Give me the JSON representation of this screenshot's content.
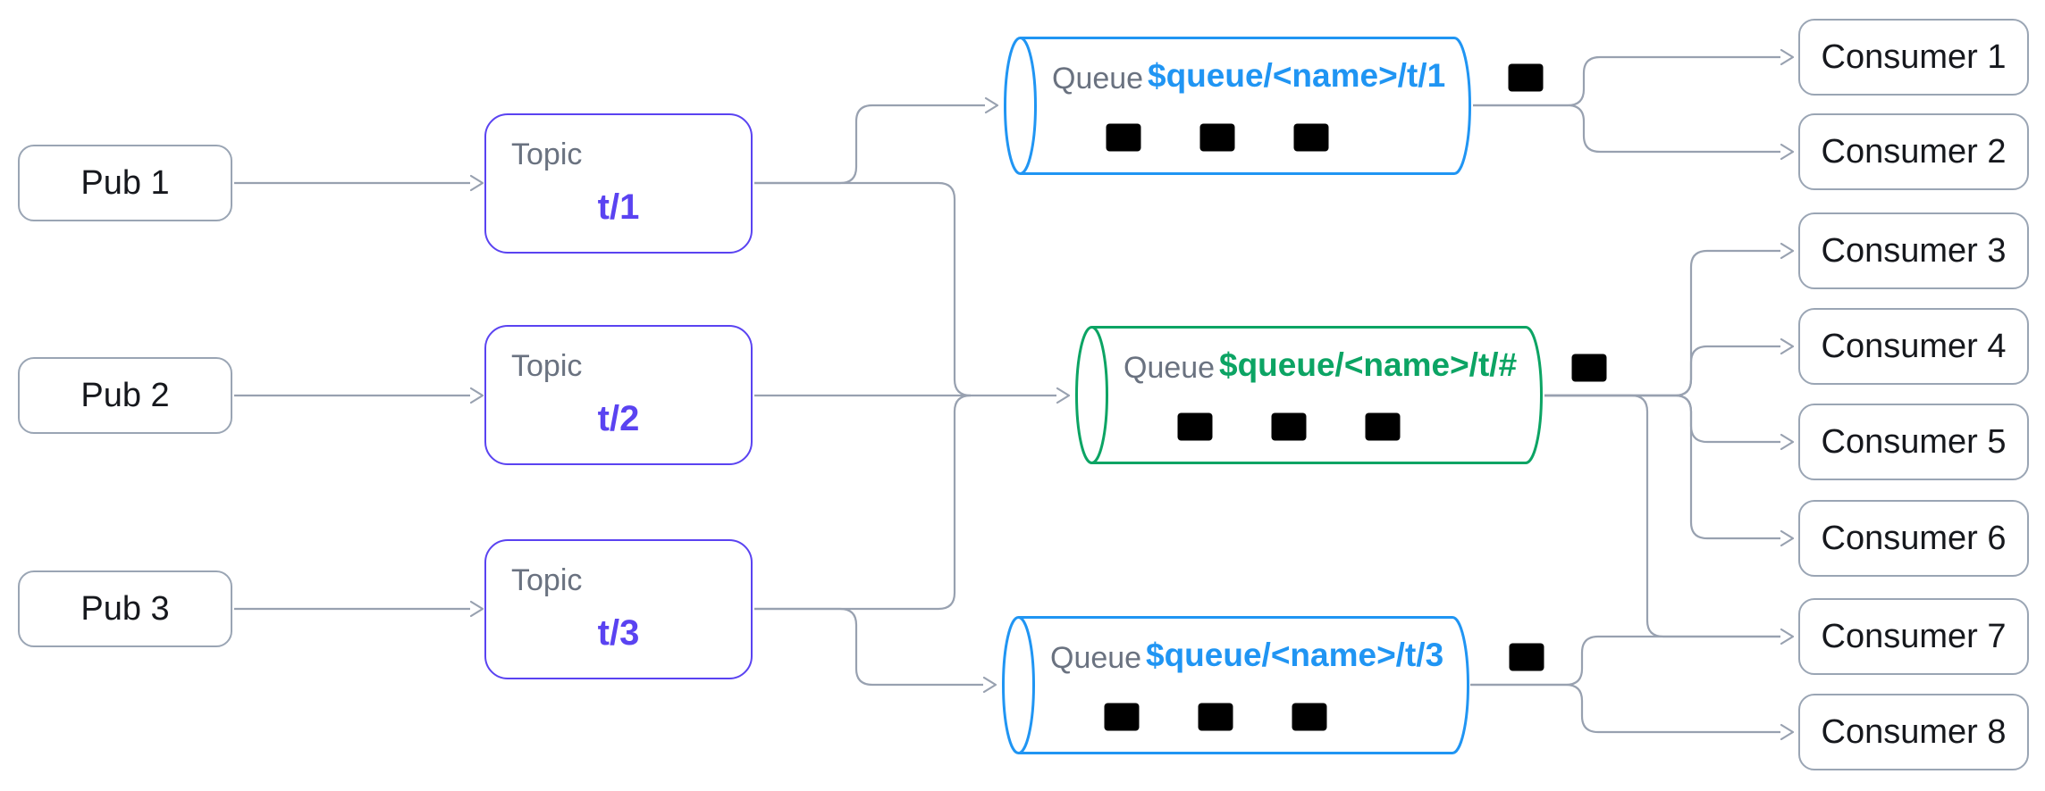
{
  "diagram": {
    "publishers": [
      {
        "id": "pub1",
        "label": "Pub 1"
      },
      {
        "id": "pub2",
        "label": "Pub 2"
      },
      {
        "id": "pub3",
        "label": "Pub 3"
      }
    ],
    "topics": [
      {
        "id": "topic1",
        "type_label": "Topic",
        "name": "t/1"
      },
      {
        "id": "topic2",
        "type_label": "Topic",
        "name": "t/2"
      },
      {
        "id": "topic3",
        "type_label": "Topic",
        "name": "t/3"
      }
    ],
    "queues": [
      {
        "id": "queue1",
        "type_label": "Queue",
        "name": "$queue/<name>/t/1",
        "accent": "blue",
        "messages_shown": 3
      },
      {
        "id": "queue2",
        "type_label": "Queue",
        "name": "$queue/<name>/t/#",
        "accent": "green",
        "messages_shown": 3
      },
      {
        "id": "queue3",
        "type_label": "Queue",
        "name": "$queue/<name>/t/3",
        "accent": "blue",
        "messages_shown": 3
      }
    ],
    "consumers": [
      {
        "id": "consumer1",
        "label": "Consumer 1"
      },
      {
        "id": "consumer2",
        "label": "Consumer 2"
      },
      {
        "id": "consumer3",
        "label": "Consumer 3"
      },
      {
        "id": "consumer4",
        "label": "Consumer 4"
      },
      {
        "id": "consumer5",
        "label": "Consumer 5"
      },
      {
        "id": "consumer6",
        "label": "Consumer 6"
      },
      {
        "id": "consumer7",
        "label": "Consumer 7"
      },
      {
        "id": "consumer8",
        "label": "Consumer 8"
      }
    ],
    "connections": [
      {
        "from": "pub1",
        "to": "topic1"
      },
      {
        "from": "pub2",
        "to": "topic2"
      },
      {
        "from": "pub3",
        "to": "topic3"
      },
      {
        "from": "topic1",
        "to": "queue1"
      },
      {
        "from": "topic1",
        "to": "queue2"
      },
      {
        "from": "topic2",
        "to": "queue2"
      },
      {
        "from": "topic3",
        "to": "queue2"
      },
      {
        "from": "topic3",
        "to": "queue3"
      },
      {
        "from": "queue1",
        "to": "consumer1"
      },
      {
        "from": "queue1",
        "to": "consumer2"
      },
      {
        "from": "queue2",
        "to": "consumer3"
      },
      {
        "from": "queue2",
        "to": "consumer4"
      },
      {
        "from": "queue2",
        "to": "consumer5"
      },
      {
        "from": "queue2",
        "to": "consumer6"
      },
      {
        "from": "queue2",
        "to": "consumer7"
      },
      {
        "from": "queue3",
        "to": "consumer7"
      },
      {
        "from": "queue3",
        "to": "consumer8"
      }
    ]
  },
  "colors": {
    "purple": "#5a43f1",
    "blue": "#2095f3",
    "green": "#0ca464",
    "line": "#98a1b0",
    "border": "#9aa5b4",
    "muted": "#6a7280",
    "ink": "#16181d",
    "icon": "#3a3f46",
    "bg": "#ffffff"
  }
}
